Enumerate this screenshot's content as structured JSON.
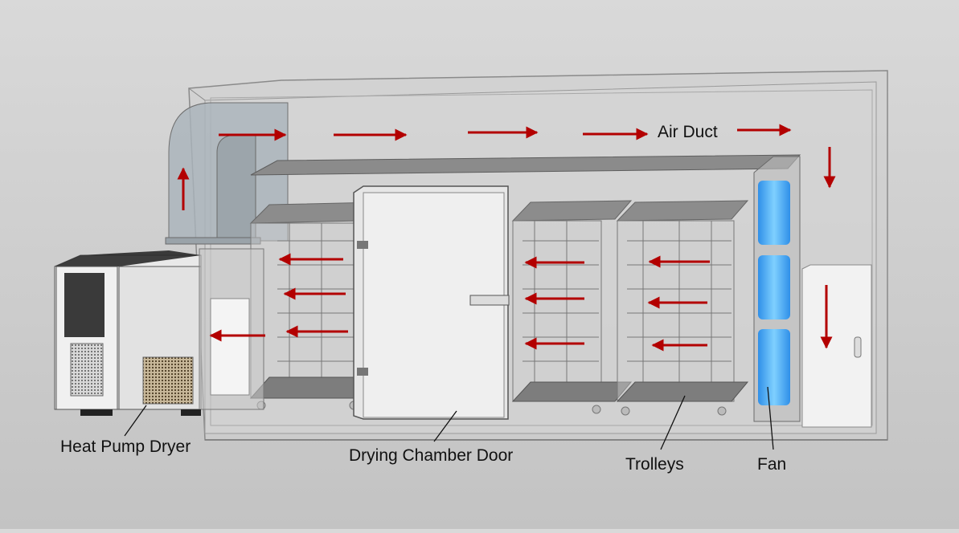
{
  "labels": {
    "air_duct": "Air Duct",
    "heat_pump_dryer": "Heat Pump Dryer",
    "drying_chamber_door": "Drying Chamber Door",
    "trolleys": "Trolleys",
    "fan": "Fan"
  },
  "colors": {
    "airflow_arrow": "#b30000",
    "fan_blade": "#4aa8ff",
    "background": "#d4d4d4"
  }
}
